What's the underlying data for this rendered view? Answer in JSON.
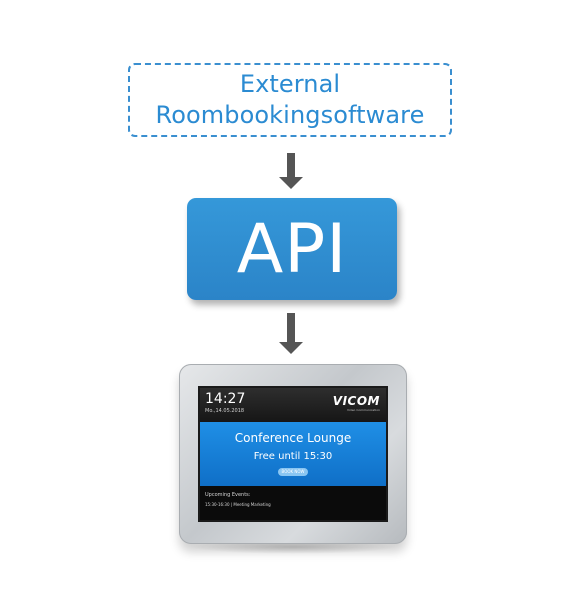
{
  "external": {
    "line1": "External",
    "line2": "Roombookingsoftware"
  },
  "api": {
    "label": "API"
  },
  "device": {
    "clock": "14:27",
    "date": "Mo.,14.05.2018",
    "logo": "VICOM",
    "logo_sub": "Video Communication",
    "room_name": "Conference Lounge",
    "room_status": "Free until 15:30",
    "book_button": "BOOK NOW",
    "upcoming_title": "Upcoming Events:",
    "upcoming_event": "15:30-16:30 | Meeting Marketing"
  },
  "colors": {
    "accent_blue": "#2b8bd2",
    "arrow_gray": "#555555",
    "api_blue": "#3598d9"
  }
}
